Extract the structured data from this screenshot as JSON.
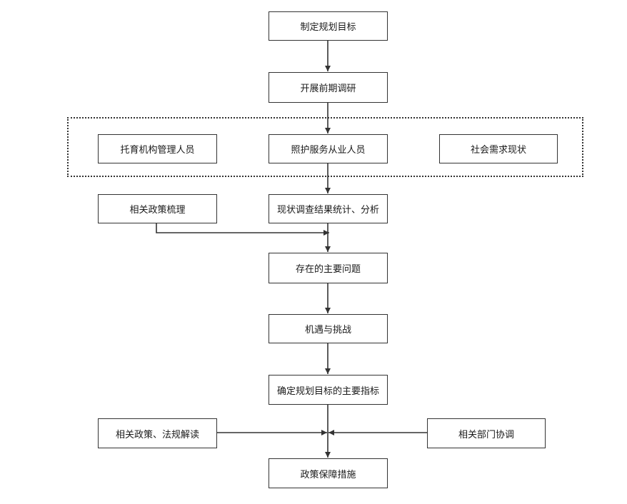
{
  "nodes": {
    "goal": "制定规划目标",
    "survey": "开展前期调研",
    "managers": "托育机构管理人员",
    "caregivers": "照护服务从业人员",
    "demand": "社会需求现状",
    "policy_review": "相关政策梳理",
    "analysis": "现状调查结果统计、分析",
    "problems": "存在的主要问题",
    "opportunities": "机遇与挑战",
    "indicators": "确定规划目标的主要指标",
    "policy_law": "相关政策、法规解读",
    "coordination": "相关部门协调",
    "measures": "政策保障措施"
  },
  "colors": {
    "stroke": "#333333",
    "text": "#1a1a1a",
    "background": "#ffffff"
  }
}
